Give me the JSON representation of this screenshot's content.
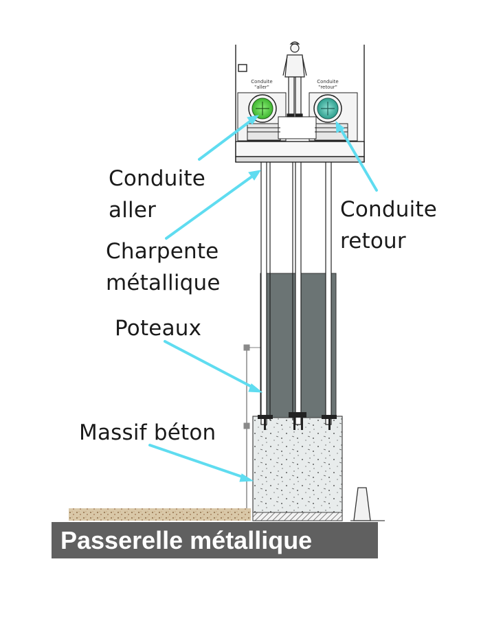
{
  "labels": {
    "conduite_aller": [
      "Conduite",
      "aller"
    ],
    "conduite_retour": [
      "Conduite",
      "retour"
    ],
    "charpente": [
      "Charpente",
      "métallique"
    ],
    "poteaux": "Poteaux",
    "massif": "Massif béton"
  },
  "pipe_tags": {
    "aller": [
      "Conduite",
      "\"aller\""
    ],
    "retour": [
      "Conduite",
      "\"retour\""
    ]
  },
  "caption": "Passerelle métallique",
  "colors": {
    "arrow": "#5fdcf0",
    "pipe_aller": "#59d64a",
    "pipe_retour": "#47b7a7",
    "columns": "#6b7474",
    "concrete": "#e8ecec",
    "caption_bg": "#606060"
  }
}
